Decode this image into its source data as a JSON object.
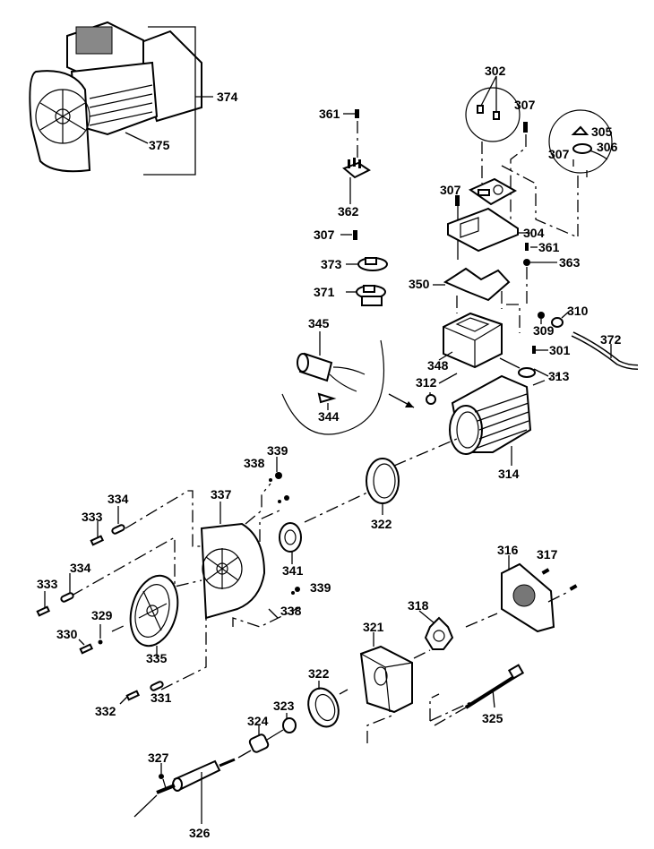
{
  "diagram": {
    "type": "exploded-parts-diagram",
    "subject": "electric motor assembly",
    "labels": {
      "l374": "374",
      "l375": "375",
      "l302": "302",
      "l307a": "307",
      "l305": "305",
      "l306": "306",
      "l307b": "307",
      "l361a": "361",
      "l362": "362",
      "l307c": "307",
      "l304": "304",
      "l307d": "307",
      "l361b": "361",
      "l363": "363",
      "l373": "373",
      "l350": "350",
      "l371": "371",
      "l345": "345",
      "l309": "309",
      "l310": "310",
      "l301": "301",
      "l372": "372",
      "l348": "348",
      "l312": "312",
      "l313": "313",
      "l344": "344",
      "l314": "314",
      "l339a": "339",
      "l338a": "338",
      "l337": "337",
      "l322a": "322",
      "l334a": "334",
      "l333a": "333",
      "l341": "341",
      "l334b": "334",
      "l333b": "333",
      "l339b": "339",
      "l338b": "338",
      "l329": "329",
      "l330": "330",
      "l335": "335",
      "l316": "316",
      "l317": "317",
      "l318": "318",
      "l321": "321",
      "l322b": "322",
      "l332": "332",
      "l331": "331",
      "l323": "323",
      "l324": "324",
      "l325": "325",
      "l327": "327",
      "l326": "326"
    }
  }
}
